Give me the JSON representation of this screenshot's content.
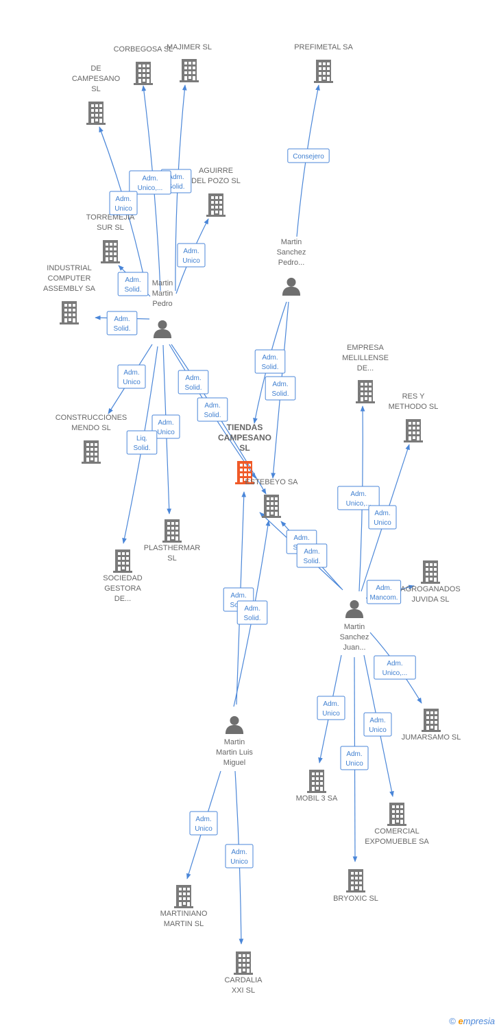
{
  "nodes": [
    {
      "id": "prefimetal",
      "type": "company",
      "label": [
        "PREFIMETAL SA"
      ]
    },
    {
      "id": "majimer",
      "type": "company",
      "label": [
        "MAJIMER SL"
      ]
    },
    {
      "id": "corbegosa",
      "type": "company",
      "label": [
        "CORBEGOSA SL"
      ]
    },
    {
      "id": "decampesano",
      "type": "company",
      "label": [
        "DE",
        "CAMPESANO",
        "SL"
      ]
    },
    {
      "id": "aguirre",
      "type": "company",
      "label": [
        "AGUIRRE",
        "DEL POZO  SL"
      ]
    },
    {
      "id": "torremejia",
      "type": "company",
      "label": [
        "TORREMEJIA",
        "SUR  SL"
      ]
    },
    {
      "id": "industrial",
      "type": "company",
      "label": [
        "INDUSTRIAL",
        "COMPUTER",
        "ASSEMBLY SA"
      ]
    },
    {
      "id": "mm_pedro",
      "type": "person",
      "label": [
        "Martin",
        "Martin",
        "Pedro"
      ]
    },
    {
      "id": "ms_pedro",
      "type": "person",
      "label": [
        "Martin",
        "Sanchez",
        "Pedro..."
      ]
    },
    {
      "id": "tiendas",
      "type": "company",
      "main": true,
      "label": [
        "TIENDAS",
        "CAMPESANO",
        "SL"
      ]
    },
    {
      "id": "estebeyo",
      "type": "company",
      "label": [
        "ESTEBEYO SA"
      ]
    },
    {
      "id": "construcciones",
      "type": "company",
      "label": [
        "CONSTRUCCIONES",
        "MENDO SL"
      ]
    },
    {
      "id": "plasthermar",
      "type": "company",
      "label": [
        "PLASTHERMAR",
        "SL"
      ]
    },
    {
      "id": "sociedad",
      "type": "company",
      "label": [
        "SOCIEDAD",
        "GESTORA",
        "DE..."
      ]
    },
    {
      "id": "empresa",
      "type": "company",
      "label": [
        "EMPRESA",
        "MELILLENSE",
        "DE..."
      ]
    },
    {
      "id": "resy",
      "type": "company",
      "label": [
        "RES Y",
        "METHODO SL"
      ]
    },
    {
      "id": "agroganados",
      "type": "company",
      "label": [
        "AGROGANADOS",
        "JUVIDA  SL"
      ]
    },
    {
      "id": "ms_juan",
      "type": "person",
      "label": [
        "Martin",
        "Sanchez",
        "Juan..."
      ]
    },
    {
      "id": "jumarsamo",
      "type": "company",
      "label": [
        "JUMARSAMO SL"
      ]
    },
    {
      "id": "mobil3",
      "type": "company",
      "label": [
        "MOBIL 3 SA"
      ]
    },
    {
      "id": "comercial",
      "type": "company",
      "label": [
        "COMERCIAL",
        "EXPOMUEBLE SA"
      ]
    },
    {
      "id": "bryoxic",
      "type": "company",
      "label": [
        "BRYOXIC SL"
      ]
    },
    {
      "id": "mm_luis",
      "type": "person",
      "label": [
        "Martin",
        "Martin Luis",
        "Miguel"
      ]
    },
    {
      "id": "martiniano",
      "type": "company",
      "label": [
        "MARTINIANO",
        "MARTIN SL"
      ]
    },
    {
      "id": "cardalia",
      "type": "company",
      "label": [
        "CARDALIA",
        "XXI  SL"
      ]
    }
  ],
  "edges": [
    {
      "from": "ms_pedro",
      "to": "prefimetal",
      "label": [
        "Consejero"
      ]
    },
    {
      "from": "mm_pedro",
      "to": "majimer",
      "label": [
        "Adm.",
        "Solid."
      ]
    },
    {
      "from": "mm_pedro",
      "to": "corbegosa",
      "label": [
        "Adm.",
        "Unico,..."
      ]
    },
    {
      "from": "mm_pedro",
      "to": "decampesano",
      "label": [
        "Adm.",
        "Unico"
      ]
    },
    {
      "from": "mm_pedro",
      "to": "aguirre",
      "label": [
        "Adm.",
        "Unico"
      ]
    },
    {
      "from": "mm_pedro",
      "to": "torremejia",
      "label": [
        "Adm.",
        "Solid."
      ]
    },
    {
      "from": "mm_pedro",
      "to": "industrial",
      "label": [
        "Adm.",
        "Solid."
      ]
    },
    {
      "from": "mm_pedro",
      "to": "construcciones",
      "label": [
        "Adm.",
        "Unico"
      ]
    },
    {
      "from": "mm_pedro",
      "to": "plasthermar",
      "label": [
        "Adm.",
        "Unico"
      ]
    },
    {
      "from": "mm_pedro",
      "to": "sociedad",
      "label": [
        "Liq.",
        "Solid."
      ]
    },
    {
      "from": "mm_pedro",
      "to": "tiendas",
      "label": [
        "Adm.",
        "Solid."
      ]
    },
    {
      "from": "mm_pedro",
      "to": "estebeyo",
      "label": [
        "Adm.",
        "Solid."
      ]
    },
    {
      "from": "ms_pedro",
      "to": "tiendas",
      "label": [
        "Adm.",
        "Solid."
      ]
    },
    {
      "from": "ms_pedro",
      "to": "estebeyo",
      "label": [
        "Adm.",
        "Solid."
      ]
    },
    {
      "from": "ms_juan",
      "to": "empresa",
      "label": [
        "Adm.",
        "Unico,..."
      ]
    },
    {
      "from": "ms_juan",
      "to": "resy",
      "label": [
        "Adm.",
        "Unico"
      ]
    },
    {
      "from": "ms_juan",
      "to": "agroganados",
      "label": [
        "Adm.",
        "Mancom."
      ]
    },
    {
      "from": "ms_juan",
      "to": "tiendas",
      "label": [
        "Adm.",
        "Solid."
      ]
    },
    {
      "from": "ms_juan",
      "to": "estebeyo",
      "label": [
        "Adm.",
        "Solid."
      ]
    },
    {
      "from": "ms_juan",
      "to": "jumarsamo",
      "label": [
        "Adm.",
        "Unico,..."
      ]
    },
    {
      "from": "ms_juan",
      "to": "mobil3",
      "label": [
        "Adm.",
        "Unico"
      ]
    },
    {
      "from": "ms_juan",
      "to": "comercial",
      "label": [
        "Adm.",
        "Unico"
      ]
    },
    {
      "from": "ms_juan",
      "to": "bryoxic",
      "label": [
        "Adm.",
        "Unico"
      ]
    },
    {
      "from": "mm_luis",
      "to": "tiendas",
      "label": [
        "Adm.",
        "Solid."
      ]
    },
    {
      "from": "mm_luis",
      "to": "estebeyo",
      "label": [
        "Adm.",
        "Solid."
      ]
    },
    {
      "from": "mm_luis",
      "to": "martiniano",
      "label": [
        "Adm.",
        "Unico"
      ]
    },
    {
      "from": "mm_luis",
      "to": "cardalia",
      "label": [
        "Adm.",
        "Unico"
      ]
    }
  ],
  "colors": {
    "edge": "#4a86d8",
    "company": "#7a7a7a",
    "main_company": "#f05a28",
    "person": "#6f6f6f"
  },
  "footer": {
    "copyright": "©",
    "brand_initial": "e",
    "brand_rest": "mpresia"
  }
}
